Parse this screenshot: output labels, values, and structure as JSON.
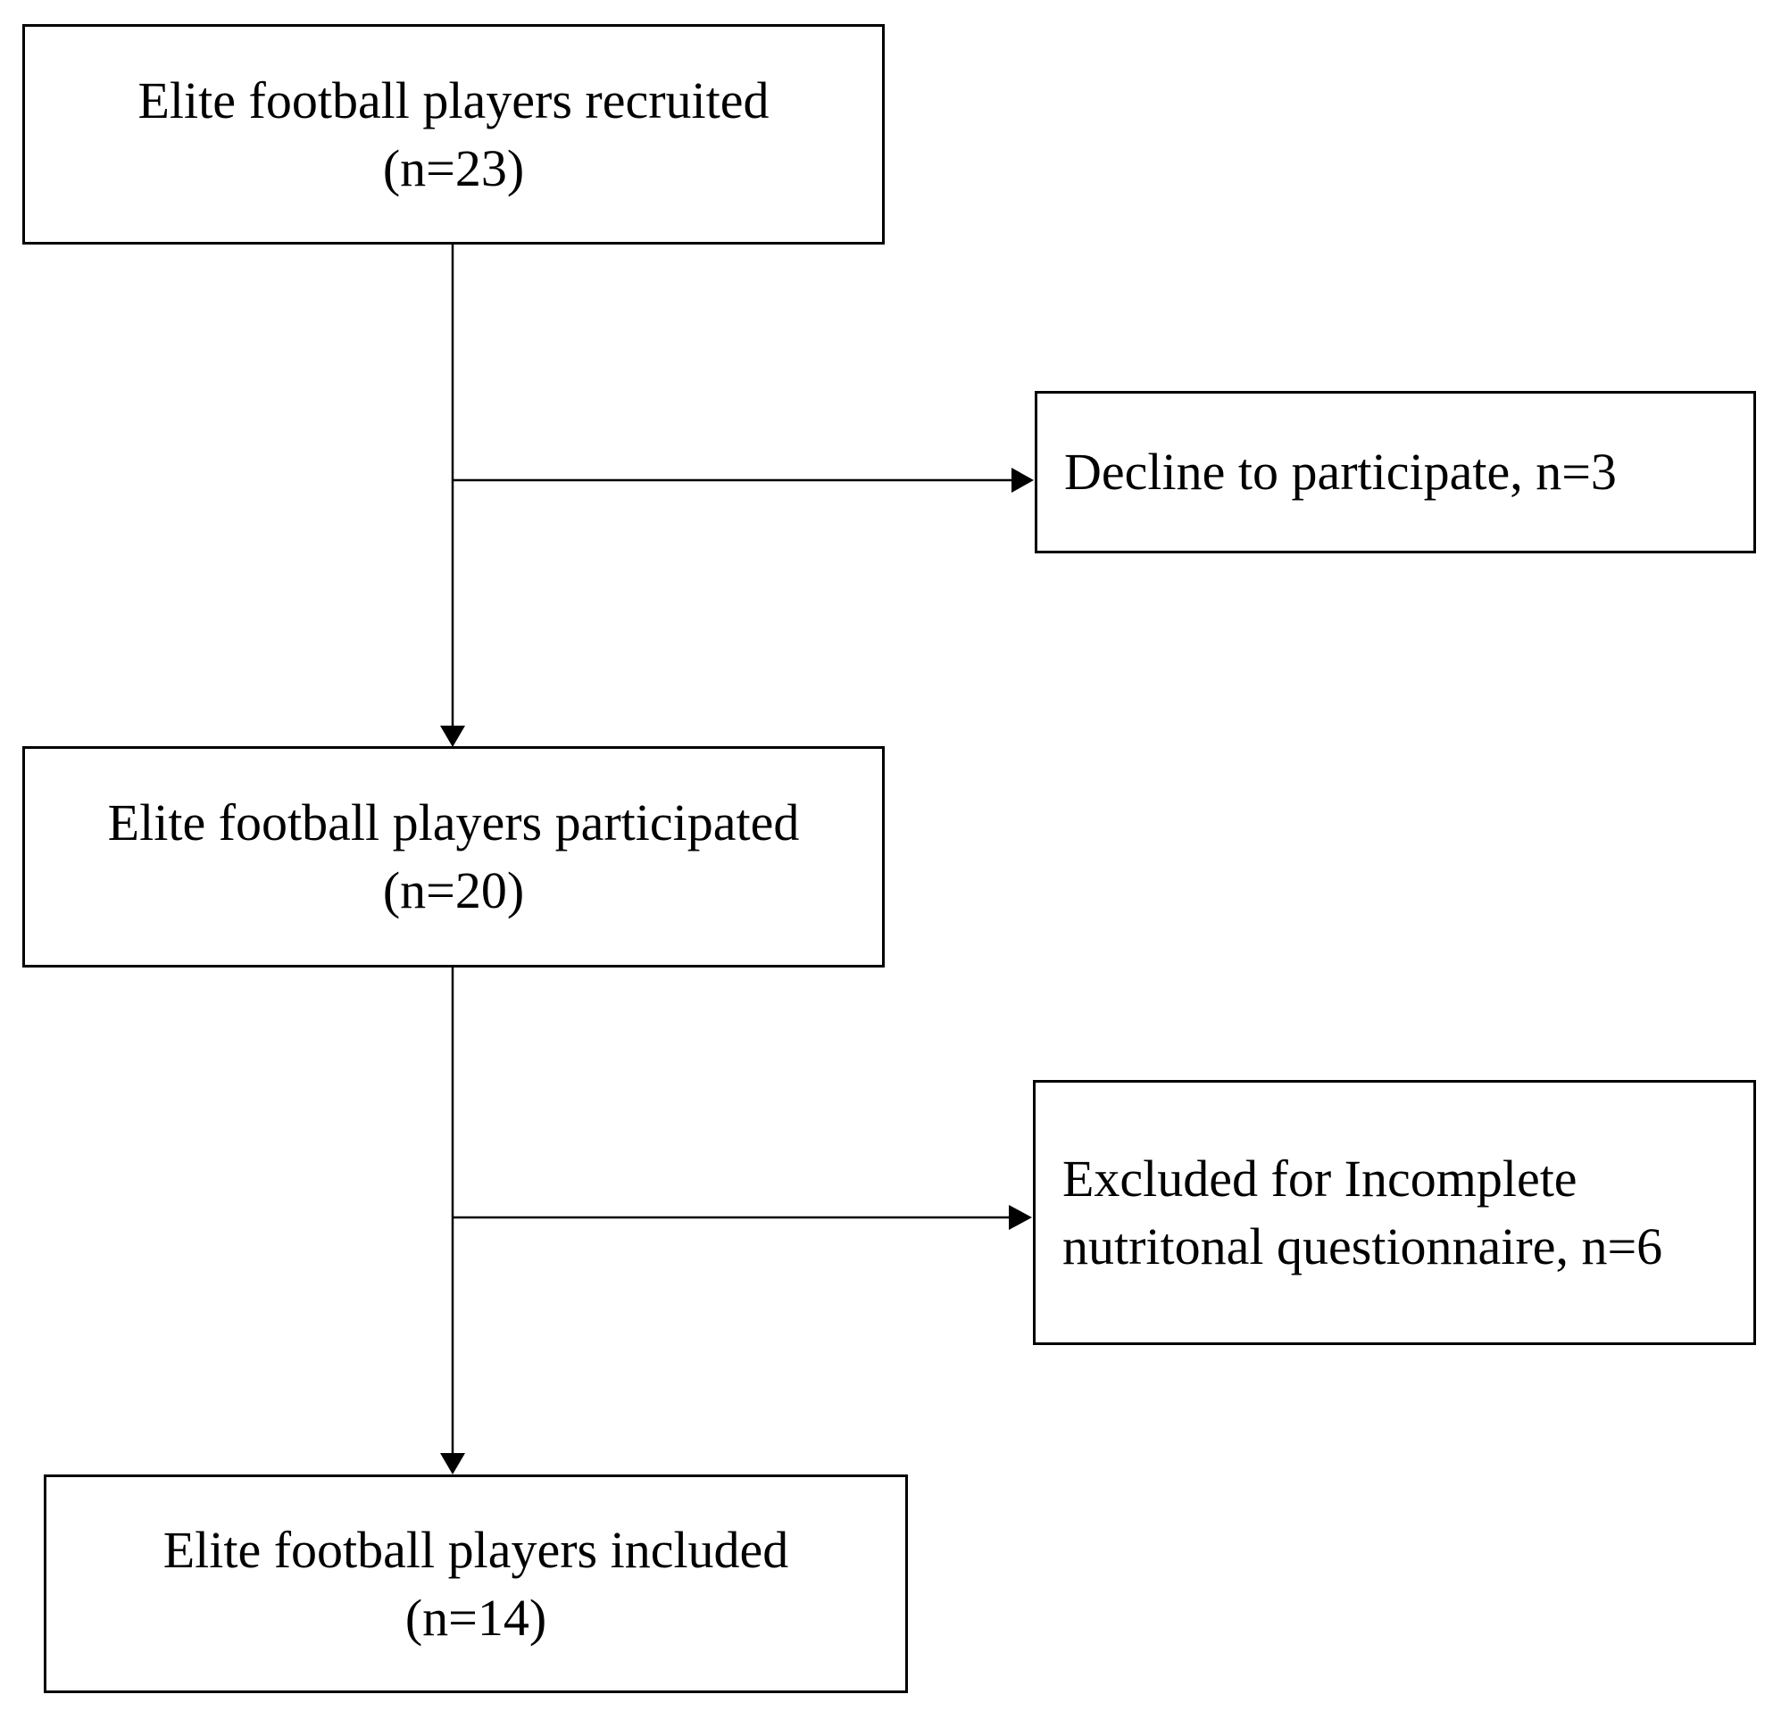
{
  "flowchart": {
    "recruited": {
      "line1": "Elite football players recruited",
      "line2": "(n=23)"
    },
    "declined": {
      "line1": "Decline to participate, n=3"
    },
    "participated": {
      "line1": "Elite football players participated",
      "line2": "(n=20)"
    },
    "excluded": {
      "line1": "Excluded for Incomplete",
      "line2": "nutritonal questionnaire, n=6"
    },
    "included": {
      "line1": "Elite football players included",
      "line2": "(n=14)"
    }
  },
  "colors": {
    "stroke": "#000000",
    "background": "#ffffff"
  }
}
